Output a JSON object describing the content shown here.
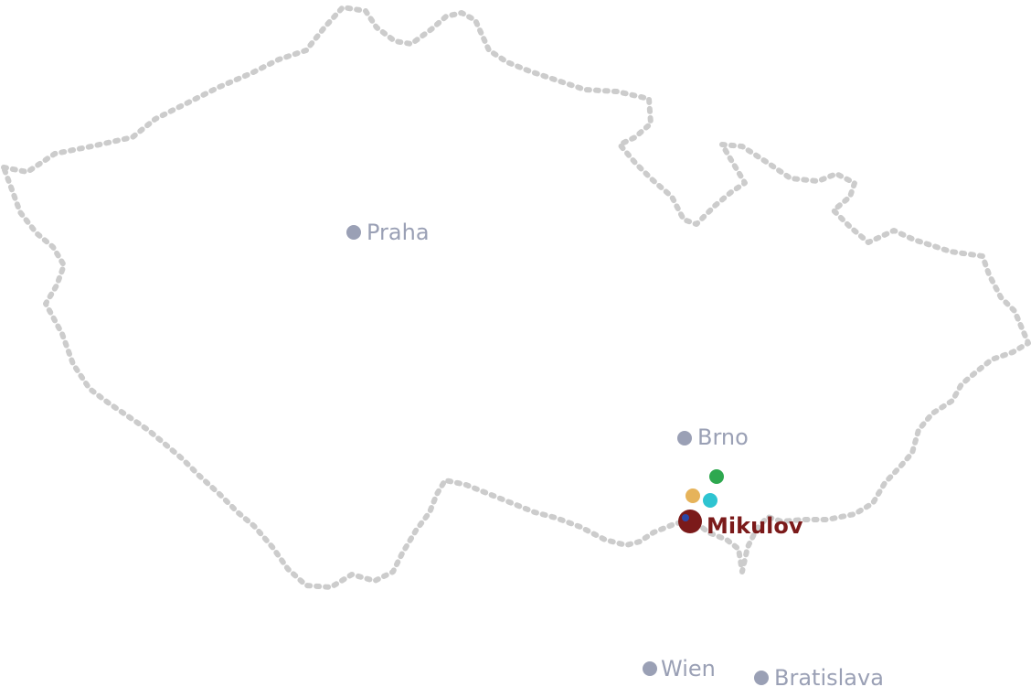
{
  "map": {
    "border_color": "#cccccc",
    "cities": [
      {
        "name": "Praha",
        "color": "#9aa0b5"
      },
      {
        "name": "Brno",
        "color": "#9aa0b5"
      },
      {
        "name": "Mikulov",
        "color": "#7b1a1a"
      },
      {
        "name": "Wien",
        "color": "#9aa0b5"
      },
      {
        "name": "Bratislava",
        "color": "#9aa0b5"
      }
    ],
    "markers": [
      {
        "name": "green-marker",
        "color": "#2ea84f"
      },
      {
        "name": "yellow-marker",
        "color": "#e6b35a"
      },
      {
        "name": "cyan-marker",
        "color": "#2ec4d1"
      },
      {
        "name": "darkred-marker",
        "color": "#7b1a1a"
      },
      {
        "name": "blue-inner-marker",
        "color": "#2a46a8"
      }
    ]
  }
}
